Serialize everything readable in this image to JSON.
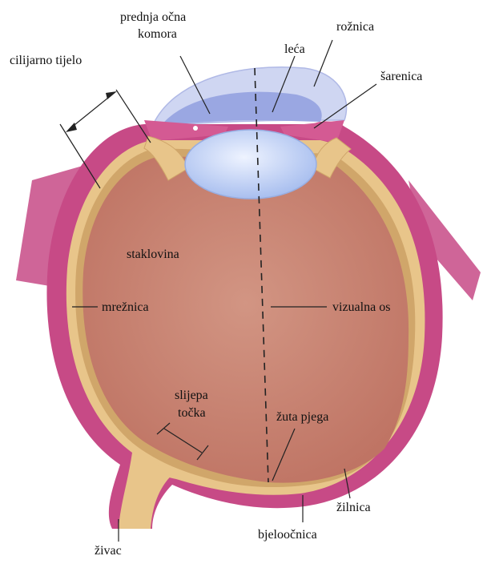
{
  "labels": {
    "prednja_1": "prednja očna",
    "prednja_2": "komora",
    "rooznica": "rožnica",
    "leca": "leća",
    "sarenica": "šarenica",
    "cilijarno": "cilijarno tijelo",
    "staklovina": "staklovina",
    "mreznica": "mrežnica",
    "vizualna_os": "vizualna os",
    "slijepa_1": "slijepa",
    "slijepa_2": "točka",
    "zuta_pjega": "žuta pjega",
    "zilnica": "žilnica",
    "bjeloocnica": "bjeloočnica",
    "zivac": "živac"
  },
  "colors": {
    "sclera": "#c74a86",
    "choroid": "#e8c58a",
    "vitreous": "#c98472",
    "lens": "#b7c9ef",
    "cornea": "#cfd6f2",
    "iris": "#d45a93"
  }
}
